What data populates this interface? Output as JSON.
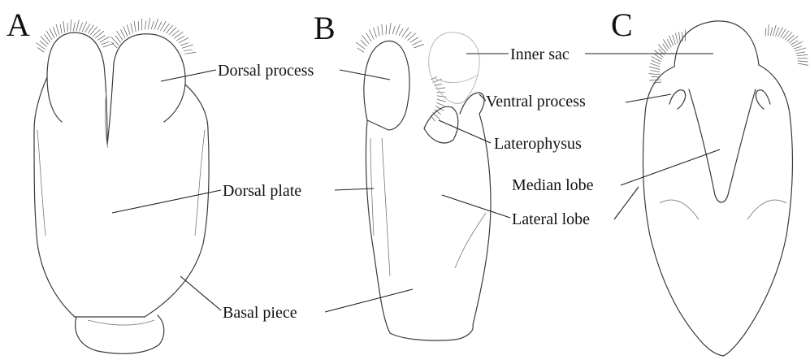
{
  "panels": {
    "a": "A",
    "b": "B",
    "c": "C"
  },
  "labels": {
    "dorsal_process": "Dorsal process",
    "dorsal_plate": "Dorsal plate",
    "basal_piece": "Basal piece",
    "inner_sac": "Inner sac",
    "ventral_process": "Ventral process",
    "laterophysus": "Laterophysus",
    "median_lobe": "Median lobe",
    "lateral_lobe": "Lateral lobe"
  }
}
